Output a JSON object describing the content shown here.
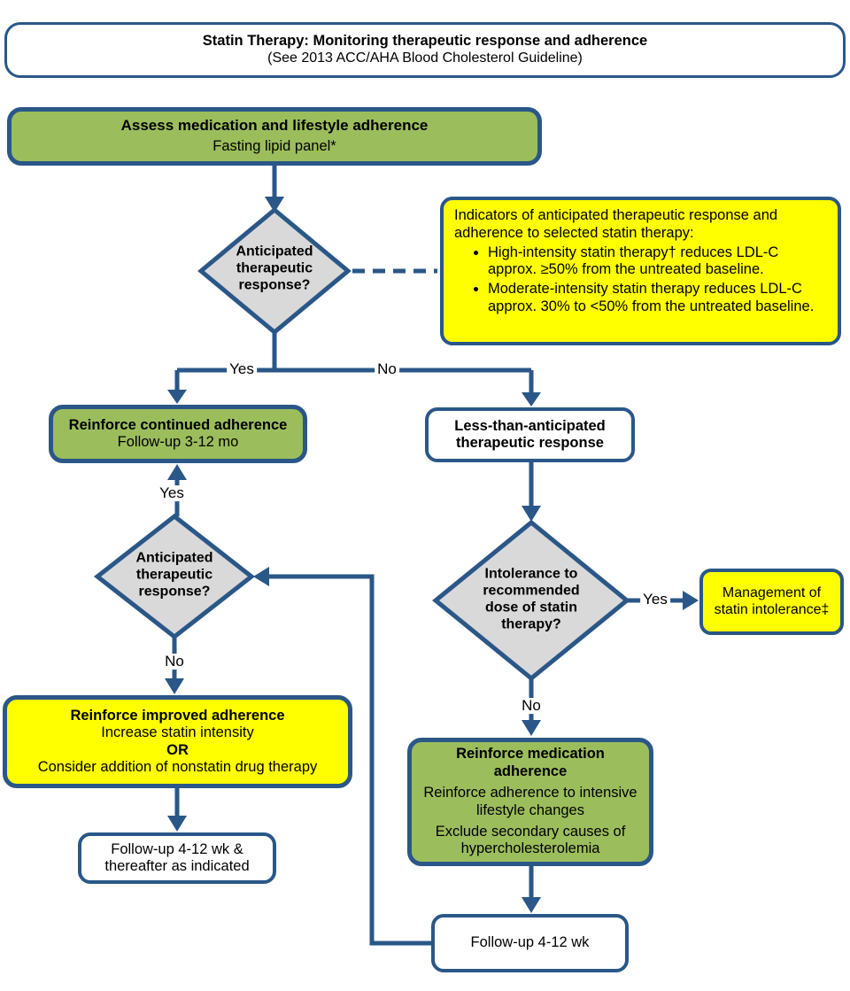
{
  "colors": {
    "line_blue": "#2A5788",
    "green_fill": "#9CBD5C",
    "yellow_fill": "#FFFF00",
    "gray_fill": "#D9D9D9",
    "box_white": "#FFFFFF"
  },
  "header": {
    "title": "Statin Therapy: Monitoring therapeutic response and adherence",
    "subtitle": "(See 2013 ACC/AHA Blood Cholesterol Guideline)"
  },
  "nodes": {
    "assess": {
      "title": "Assess medication and lifestyle adherence",
      "subtitle": "Fasting lipid panel*"
    },
    "anticipated_response_1": {
      "text": "Anticipated therapeutic response?"
    },
    "indicators": {
      "intro": "Indicators of anticipated therapeutic response and adherence to selected statin therapy:",
      "bullets": [
        "High-intensity statin therapy† reduces LDL-C approx. ≥50% from the untreated baseline.",
        "Moderate-intensity statin therapy reduces LDL-C approx. 30% to <50% from the untreated baseline."
      ]
    },
    "reinforce_continued": {
      "title": "Reinforce continued adherence",
      "subtitle": "Follow-up 3-12 mo"
    },
    "less_than_anticipated": {
      "text": "Less-than-anticipated therapeutic response"
    },
    "anticipated_response_2": {
      "text": "Anticipated therapeutic response?"
    },
    "intolerance": {
      "text": "Intolerance to recommended dose of statin therapy?"
    },
    "management_intolerance": {
      "text": "Management of statin intolerance‡"
    },
    "reinforce_improved": {
      "title": "Reinforce improved adherence",
      "line2": "Increase statin intensity",
      "line3": "OR",
      "line4": "Consider addition of nonstatin drug therapy"
    },
    "followup_left": {
      "text": "Follow-up 4-12 wk & thereafter as indicated"
    },
    "reinforce_medication": {
      "title": "Reinforce medication adherence",
      "line2": "Reinforce adherence to intensive lifestyle changes",
      "line3": "Exclude secondary causes of hypercholesterolemia"
    },
    "followup_bottom": {
      "text": "Follow-up 4-12 wk"
    }
  },
  "edge_labels": {
    "yes1": "Yes",
    "no1": "No",
    "yes2": "Yes",
    "no2": "No",
    "yes3": "Yes",
    "no3": "No"
  }
}
